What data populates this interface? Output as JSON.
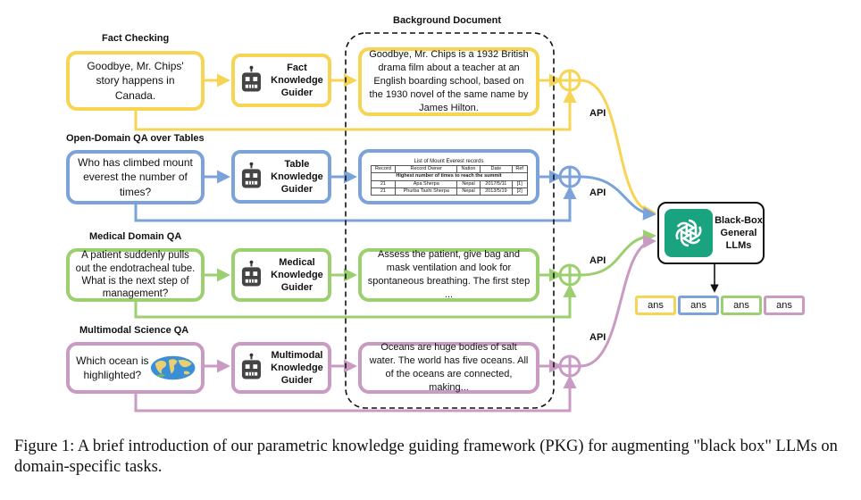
{
  "background_title": "Background Document",
  "colors": {
    "fact": "#f7d453",
    "table": "#7ba3d9",
    "medical": "#9bcf6f",
    "multimodal": "#c99bc2"
  },
  "rows": [
    {
      "title": "Fact Checking",
      "input": "Goodbye, Mr. Chips' story happens in Canada.",
      "guider": "Fact Knowledge Guider",
      "document": "Goodbye, Mr. Chips is a 1932 British drama film about a teacher at an English boarding school, based on the 1930 novel of the same name by James Hilton."
    },
    {
      "title": "Open-Domain QA over Tables",
      "input": "Who has climbed mount everest the number of times?",
      "guider": "Table Knowledge Guider",
      "document_table": {
        "caption": "List of Mount Everest records",
        "headers": [
          "Record",
          "Record Owner",
          "Nation",
          "Date",
          "Ref"
        ],
        "subtitle": "Highest number of times to reach the summit",
        "rows": [
          [
            "21",
            "Apa Sherpa",
            "Nepal",
            "2017/5/11",
            "[1]"
          ],
          [
            "21",
            "Phurba Tashi Sherpa",
            "Nepal",
            "2013/5/19",
            "[2]"
          ]
        ]
      }
    },
    {
      "title": "Medical Domain QA",
      "input": "A patient suddenly pulls out the endotracheal tube. What is the next step of management?",
      "guider": "Medical Knowledge Guider",
      "document": "Assess the patient, give bag and mask ventilation and look for spontaneous breathing. The first step ..."
    },
    {
      "title": "Multimodal Science QA",
      "input": "Which ocean is highlighted?",
      "guider": "Multimodal Knowledge Guider",
      "document": "Oceans are huge bodies of salt water. The world has five oceans. All of the oceans are connected, making..."
    }
  ],
  "api_label": "API",
  "llm_label": "Black-Box General LLMs",
  "answers": [
    "ans",
    "ans",
    "ans",
    "ans"
  ],
  "caption": "Figure 1: A brief introduction of our parametric knowledge guiding framework (PKG) for augmenting \"black box\" LLMs on domain-specific tasks.",
  "icons": {
    "guider": "robot-icon",
    "llm": "openai-logo-icon",
    "merge": "plus-circle-icon",
    "image": "world-map-icon"
  }
}
